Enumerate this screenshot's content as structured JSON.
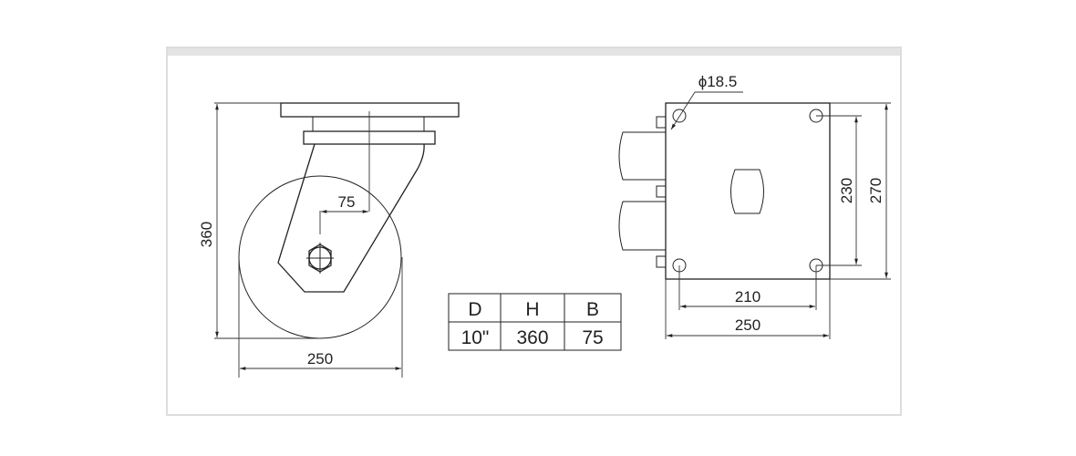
{
  "side_view": {
    "dim_height": "360",
    "dim_wheel_diameter": "250",
    "dim_offset": "75"
  },
  "top_view": {
    "dim_hole": "ϕ18.5",
    "dim_hole_spacing_x": "210",
    "dim_plate_width": "250",
    "dim_hole_spacing_y": "230",
    "dim_plate_length": "270"
  },
  "spec_table": {
    "headers": [
      "D",
      "H",
      "B"
    ],
    "values": [
      "10\"",
      "360",
      "75"
    ]
  }
}
